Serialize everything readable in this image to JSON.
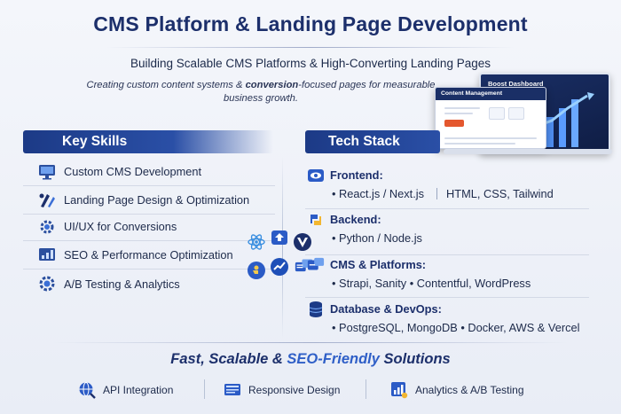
{
  "header": {
    "title": "CMS Platform & Landing Page Development",
    "subtitle": "Building Scalable CMS Platforms & High-Converting Landing Pages",
    "description_pre": "Creating custom content systems & ",
    "description_bold": "conversion",
    "description_post": "-focused pages for measurable business growth."
  },
  "mockup": {
    "back_title": "Boost Dashboard",
    "front_title": "Content Management"
  },
  "skills": {
    "heading": "Key Skills",
    "items": [
      {
        "label": "Custom CMS Development",
        "icon": "monitor-icon"
      },
      {
        "label": "Landing Page Design & Optimization",
        "icon": "design-tools-icon"
      },
      {
        "label": "UI/UX for Conversions",
        "icon": "gear-cursor-icon"
      },
      {
        "label": "SEO & Performance Optimization",
        "icon": "seo-chart-icon"
      },
      {
        "label": "A/B Testing & Analytics",
        "icon": "analytics-gear-icon"
      }
    ]
  },
  "tech": {
    "heading": "Tech Stack",
    "groups": [
      {
        "title": "Frontend:",
        "items_a": "• React.js / Next.js",
        "items_b": "HTML, CSS, Tailwind",
        "icon": "code-eye-icon"
      },
      {
        "title": "Backend:",
        "items_a": "• Python / Node.js",
        "items_b": "",
        "icon": "python-icon"
      },
      {
        "title": "CMS & Platforms:",
        "items_a": "• Strapi, Sanity • Contentful, WordPress",
        "items_b": "",
        "icon": "cms-icon"
      },
      {
        "title": "Database & DevOps:",
        "items_a": "• PostgreSQL, MongoDB • Docker, AWS & Vercel",
        "items_b": "",
        "icon": "database-icon"
      }
    ]
  },
  "tagline": {
    "pre": "Fast, Scalable & ",
    "accent": "SEO-Friendly",
    "post": " Solutions"
  },
  "features": [
    {
      "label": "API Integration",
      "icon": "api-globe-icon"
    },
    {
      "label": "Responsive Design",
      "icon": "responsive-screen-icon"
    },
    {
      "label": "Analytics & A/B Testing",
      "icon": "analytics-icon"
    }
  ],
  "colors": {
    "primary": "#1c2f6b",
    "header_bar": "#1c3a86",
    "accent": "#2f5fc7",
    "cta": "#e4572e"
  }
}
